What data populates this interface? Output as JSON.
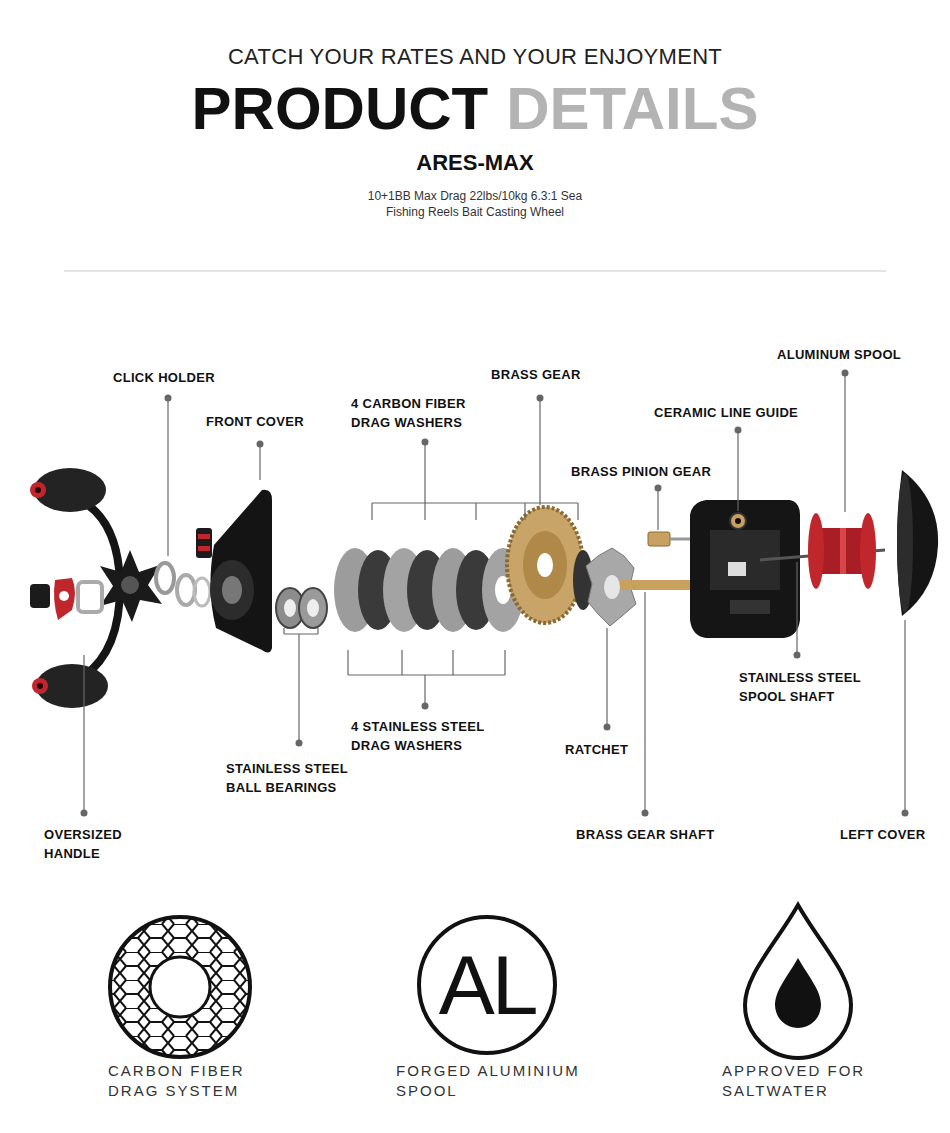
{
  "diagram": {
    "title": "ARES-MAX",
    "nodes": [
      {
        "text": [
          "AL",
          "FORGED ALUMINIUM SPOOL"
        ]
      }
    ],
    "labels": [
      "CATCH YOUR RATES AND YOUR ENJOYMENT",
      "PRODUCT",
      "DETAILS",
      "10+1BB Max Drag 22lbs/10kg 6.3:1 Sea Fishing Reels Bait Casting Wheel",
      "CLICK HOLDER",
      "FRONT COVER",
      "4 CARBON FIBER DRAG WASHERS",
      "BRASS GEAR",
      "ALUMINUM SPOOL",
      "CERAMIC LINE GUIDE",
      "BRASS PINION GEAR",
      "STAINLESS STEEL SPOOL SHAFT",
      "4 STAINLESS STEEL DRAG WASHERS",
      "RATCHET",
      "STAINLESS STEEL BALL BEARINGS",
      "OVERSIZED HANDLE",
      "BRASS GEAR SHAFT",
      "LEFT COVER",
      "CARBON FIBER DRAG SYSTEM",
      "APPROVED FOR SALTWATER"
    ]
  }
}
